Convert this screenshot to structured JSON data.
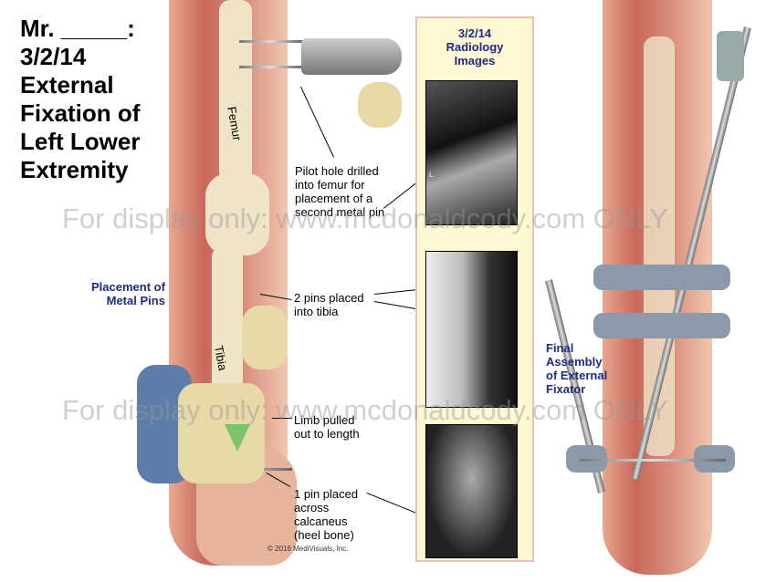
{
  "title": [
    "Mr. _____:",
    "3/2/14",
    "External",
    "Fixation of",
    "Left Lower",
    "Extremity"
  ],
  "panel": {
    "title": [
      "3/2/14",
      "Radiology",
      "Images"
    ]
  },
  "labels": {
    "placement": [
      "Placement of",
      "Metal Pins"
    ],
    "final": [
      "Final",
      "Assembly",
      "of External",
      "Fixator"
    ],
    "femur": "Femur",
    "tibia": "Tibia",
    "pilot": [
      "Pilot hole drilled",
      "into femur for",
      "placement of a",
      "second metal pin"
    ],
    "pins2": [
      "2 pins placed",
      "into tibia"
    ],
    "limb": [
      "Limb pulled",
      "out to length"
    ],
    "pin1": [
      "1 pin placed",
      "across",
      "calcaneus",
      "(heel bone)"
    ],
    "xray_marker": "L"
  },
  "copyright": "© 2016 MediVisuals, Inc.",
  "watermark": "For display only: www.mcdonaldcody.com ONLY"
}
